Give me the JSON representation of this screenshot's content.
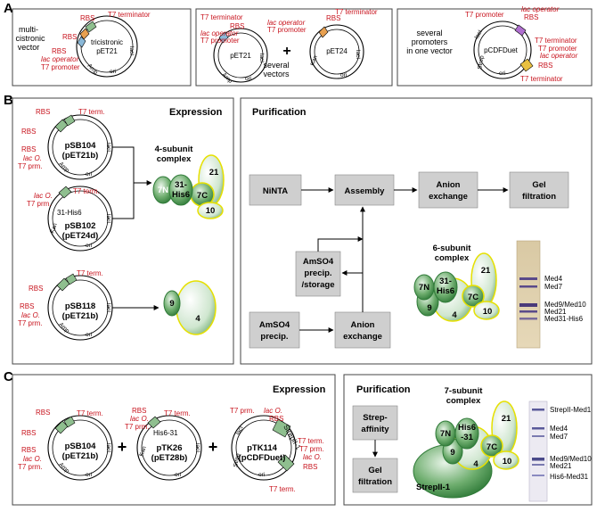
{
  "panels": {
    "a": "A",
    "b": "B",
    "c": "C"
  },
  "colors": {
    "red_label": "#c8141e",
    "green_subunit": "#3f8a45",
    "yellow_outline": "#e6e000",
    "gray_step": "#cfcfcf"
  },
  "panel_a": {
    "left": {
      "side_label": [
        "multi-",
        "cistronic",
        "vector"
      ],
      "plasmid": [
        "tricistronic",
        "pET21"
      ],
      "rbs_top": "RBS",
      "t7_term": "T7 terminator",
      "rbs_mid": "RBS",
      "rbs_low": "RBS",
      "lac_op": "lac operator",
      "t7_prom": "T7 promoter",
      "markers": {
        "lacI": "lacI",
        "amp": "Amp",
        "ori": "ori"
      }
    },
    "middle": {
      "t7_term": "T7 terminator",
      "rbs": "RBS",
      "lac_op": "lac operator",
      "t7_prom": "T7 promoter",
      "plasmid1": "pET21",
      "plasmid2": "pET24",
      "plus": "+",
      "side_label": [
        "several",
        "vectors"
      ],
      "p2_rbs": "RBS",
      "p2_t7_term": "T7 terminator",
      "p2_lac_op": "lac operator",
      "p2_t7_prom": "T7 promoter",
      "markers": {
        "lacI": "lacI",
        "amp": "Amp",
        "kan": "Kan",
        "ori": "ori"
      }
    },
    "right": {
      "side_label": [
        "several",
        "promoters",
        "in one vector"
      ],
      "plasmid": "pCDFDuet",
      "t7_prom_top": "T7 promoter",
      "lac_op_top": "lac operator",
      "rbs_top": "RBS",
      "t7_term_a": "T7 terminator",
      "t7_prom_b": "T7 promoter",
      "lac_op_b": "lac operator",
      "rbs_b": "RBS",
      "t7_term_b": "T7 terminator",
      "markers": {
        "lacI": "lacI",
        "strep": "Strep",
        "ori": "ori"
      }
    }
  },
  "panel_b": {
    "expression_title": "Expression",
    "purification_title": "Purification",
    "plasmid1": {
      "name": "pSB104",
      "base": "(pET21b)",
      "rbs": "RBS",
      "t7term": "T7 term.",
      "lac": "lac O.",
      "t7prm": "T7 prm.",
      "lacI": "lacI",
      "amp": "Amp",
      "ori": "ori"
    },
    "plasmid2": {
      "name": "pSB102",
      "base": "(pET24d)",
      "lac": "lac O.",
      "t7prm": "T7 prm.",
      "t7term": "T7 term.",
      "tag": "31-His6",
      "lacI": "lacI",
      "kan": "Kan",
      "ori": "ori"
    },
    "plasmid3": {
      "name": "pSB118",
      "base": "(pET21b)",
      "rbs": "RBS",
      "t7term": "T7 term.",
      "lac": "lac O.",
      "t7prm": "T7 prm.",
      "lacI": "lacI",
      "amp": "Amp",
      "ori": "ori"
    },
    "complex4": {
      "title": [
        "4-subunit",
        "complex"
      ],
      "s1": "7N",
      "s2": [
        "31-",
        "His6"
      ],
      "s3": "21",
      "s4": "7C",
      "s5": "10"
    },
    "dimer": {
      "a": "9",
      "b": "4"
    },
    "steps": {
      "ninta": "NiNTA",
      "assembly": "Assembly",
      "anion1": [
        "Anion",
        "exchange"
      ],
      "gel1": [
        "Gel",
        "filtration"
      ],
      "amso4_storage": [
        "AmSO4",
        "precip.",
        "/storage"
      ],
      "amso4": [
        "AmSO4",
        "precip."
      ],
      "anion2": [
        "Anion",
        "exchange"
      ]
    },
    "complex6": {
      "title": [
        "6-subunit",
        "complex"
      ],
      "s7n": "7N",
      "s31": [
        "31-",
        "His6"
      ],
      "s21": "21",
      "s7c": "7C",
      "s9": "9",
      "s4": "4",
      "s10": "10"
    },
    "gel_labels": [
      "Med4",
      "Med7",
      "Med9/Med10",
      "Med21",
      "Med31-His6"
    ]
  },
  "panel_c": {
    "expression_title": "Expression",
    "purification_title": "Purification",
    "plasmid1": {
      "name": "pSB104",
      "base": "(pET21b)",
      "rbs": "RBS",
      "t7term": "T7 term.",
      "lac": "lac O.",
      "t7prm": "T7 prm.",
      "lacI": "lacI",
      "amp": "Amp",
      "ori": "ori"
    },
    "plasmid2": {
      "name": "pTK26",
      "base": "(pET28b)",
      "rbs": "RBS",
      "lac": "lac O.",
      "t7prm": "T7 prm.",
      "t7term": "T7 term.",
      "tag": "His6-31",
      "lacI": "lacI",
      "kan": "Kan",
      "ori": "ori"
    },
    "plasmid3": {
      "name": "pTK114",
      "base": "(pCDFDuet)",
      "t7prm": "T7 prm.",
      "lac": "lac O.",
      "rbs": "RBS",
      "t7term": "T7 term.",
      "t7prm2": "T7 prm.",
      "lac2": "lac O.",
      "rbs2": "RBS",
      "t7term2": "T7 term.",
      "strepgene": "StrepII-1",
      "lacI": "lacI",
      "strep": "Strep",
      "ori": "ori"
    },
    "plus": "+",
    "steps": {
      "strep": [
        "Strep-",
        "affinity"
      ],
      "gel": [
        "Gel",
        "filtration"
      ]
    },
    "complex7": {
      "title": [
        "7-subunit",
        "complex"
      ],
      "s7n": "7N",
      "s31": [
        "His6",
        "-31"
      ],
      "s21": "21",
      "s7c": "7C",
      "s9": "9",
      "s4": "4",
      "s10": "10",
      "strep": "StrepII-1"
    },
    "gel_labels": [
      "StrepII-Med1",
      "Med4",
      "Med7",
      "Med9/Med10",
      "Med21",
      "His6-Med31"
    ]
  }
}
